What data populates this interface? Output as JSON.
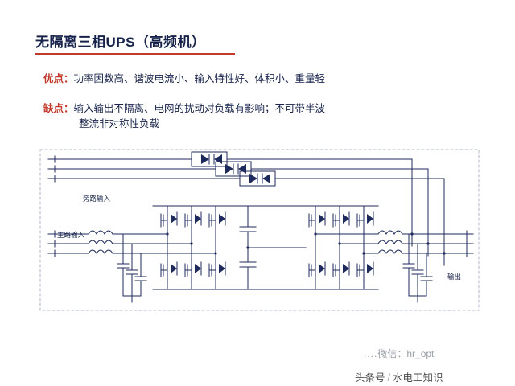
{
  "title": "无隔离三相UPS（高频机）",
  "bullets": {
    "pros_tag": "优点：",
    "pros_text": "功率因数高、谐波电流小、输入特性好、体积小、重量轻",
    "cons_tag": "缺点：",
    "cons_text_line1": "输入输出不隔离、电网的扰动对负载有影响；不可带半波",
    "cons_text_line2": "整流非对称性负载"
  },
  "diagram": {
    "labels": {
      "bypass_input": "旁路输入",
      "main_input": "主路输入",
      "output": "输出"
    },
    "colors": {
      "wire": "#1d2a5b",
      "accent_red": "#c0392b",
      "title": "#16224a"
    }
  },
  "watermark": {
    "prefix": "微信：",
    "id": "hr_opt",
    "dots": "...."
  },
  "footer": {
    "source": "头条号",
    "separator": "/",
    "account": "水电工知识"
  }
}
